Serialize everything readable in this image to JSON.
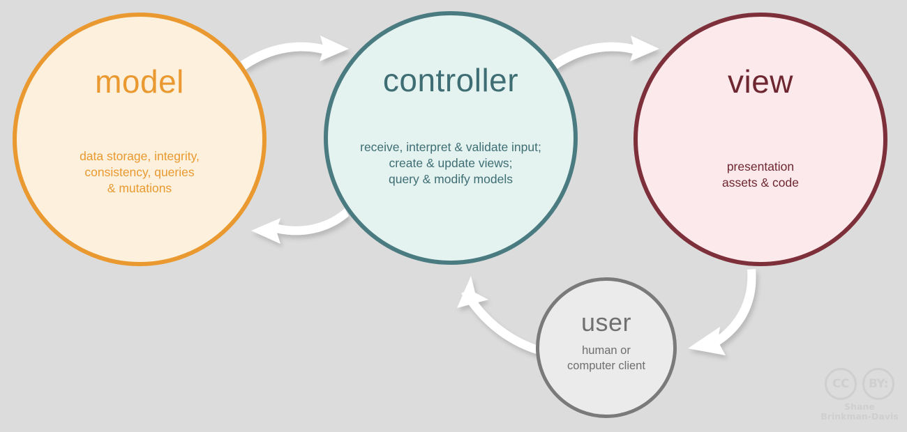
{
  "diagram": {
    "background_color": "#dcdcdc",
    "nodes": [
      {
        "id": "model",
        "title": "model",
        "description": "data storage, integrity,\nconsistency, queries\n& mutations",
        "border_color": "#e9992f",
        "fill_color": "#fdf0dc",
        "text_color": "#e9992f"
      },
      {
        "id": "controller",
        "title": "controller",
        "description": "receive, interpret & validate input;\ncreate & update views;\nquery & modify models",
        "border_color": "#4a7b80",
        "fill_color": "#e4f2f0",
        "text_color": "#3e6e73"
      },
      {
        "id": "view",
        "title": "view",
        "description": "presentation\nassets & code",
        "border_color": "#7d3039",
        "fill_color": "#fbe9ec",
        "text_color": "#6e2730"
      },
      {
        "id": "user",
        "title": "user",
        "description": "human or\ncomputer client",
        "border_color": "#7a7a7a",
        "fill_color": "#ebebeb",
        "text_color": "#6e6e6e"
      }
    ],
    "arrows": [
      {
        "id": "model-to-controller",
        "from": "model",
        "to": "controller",
        "color": "#ffffff"
      },
      {
        "id": "controller-to-model",
        "from": "controller",
        "to": "model",
        "color": "#ffffff"
      },
      {
        "id": "controller-to-view",
        "from": "controller",
        "to": "view",
        "color": "#ffffff"
      },
      {
        "id": "view-to-user",
        "from": "view",
        "to": "user",
        "color": "#ffffff"
      },
      {
        "id": "user-to-controller",
        "from": "user",
        "to": "controller",
        "color": "#ffffff"
      }
    ]
  },
  "license": {
    "cc_label": "CC",
    "by_label": "BY:",
    "author": "Shane\nBrinkman-Davis",
    "color": "#cfcfcf"
  }
}
